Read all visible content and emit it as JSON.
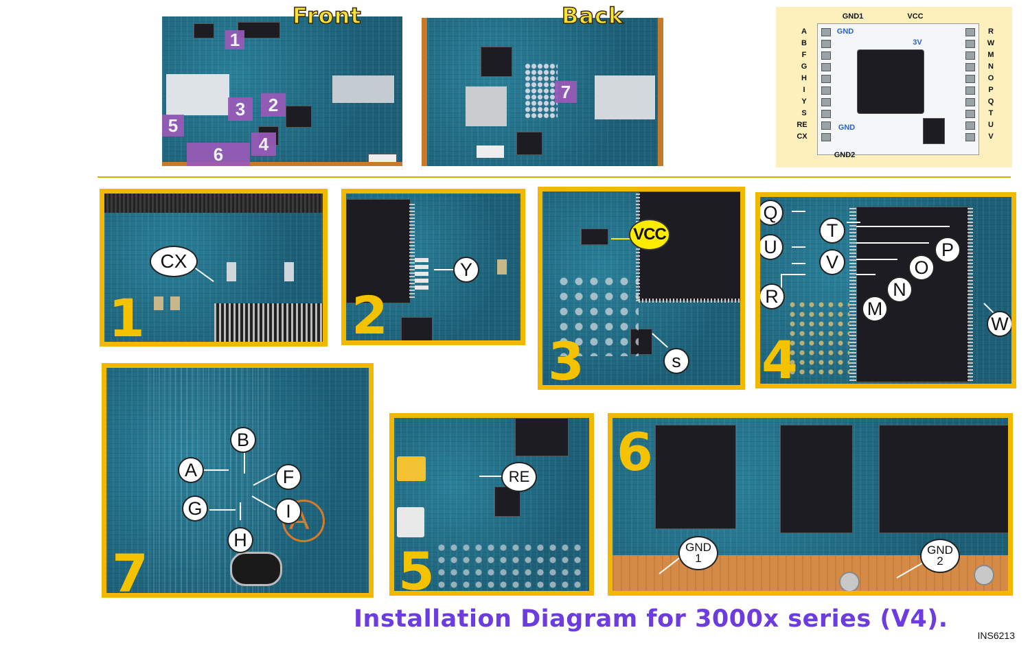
{
  "overview": {
    "front_title": "Front",
    "back_title": "Back",
    "front_marks": [
      "1",
      "2",
      "3",
      "4",
      "5",
      "6"
    ],
    "back_marks": [
      "7"
    ]
  },
  "modchip": {
    "top_labels": {
      "gnd1": "GND1",
      "vcc": "VCC"
    },
    "bottom_label": "GND2",
    "left_pins": [
      "A",
      "B",
      "F",
      "G",
      "H",
      "I",
      "Y",
      "S",
      "RE",
      "CX"
    ],
    "right_pins": [
      "R",
      "W",
      "M",
      "N",
      "O",
      "P",
      "Q",
      "T",
      "U",
      "V"
    ],
    "inner_labels": {
      "gnd_top": "GND",
      "v3": "3V",
      "gnd_bottom": "GND"
    }
  },
  "panels": {
    "p1": {
      "number": "1",
      "labels": [
        "CX"
      ]
    },
    "p2": {
      "number": "2",
      "labels": [
        "Y"
      ]
    },
    "p3": {
      "number": "3",
      "labels": [
        "VCC",
        "s"
      ]
    },
    "p4": {
      "number": "4",
      "labels": [
        "Q",
        "T",
        "P",
        "U",
        "O",
        "V",
        "N",
        "R",
        "M",
        "W"
      ]
    },
    "p5": {
      "number": "5",
      "labels": [
        "RE"
      ]
    },
    "p6": {
      "number": "6",
      "gnd1": [
        "GND",
        "1"
      ],
      "gnd2": [
        "GND",
        "2"
      ]
    },
    "p7": {
      "number": "7",
      "labels": [
        "A",
        "B",
        "F",
        "G",
        "I",
        "H"
      ],
      "silk_letter": "A"
    }
  },
  "caption": "Installation Diagram for 3000x series (V4).",
  "doc_code": "INS6213",
  "colors": {
    "frame": "#f2b800",
    "caption": "#6c3ce0",
    "marker": "#9a5ab8",
    "vcc": "#ffec00"
  }
}
